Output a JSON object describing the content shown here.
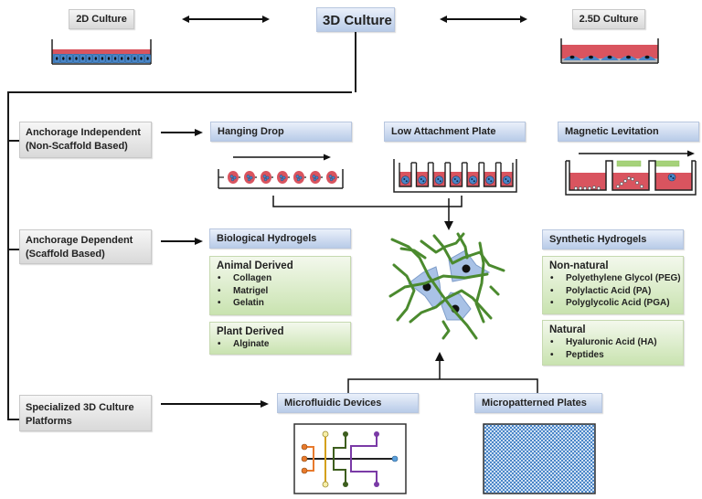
{
  "header": {
    "center_title": "3D Culture",
    "left_title": "2D Culture",
    "right_title": "2.5D Culture"
  },
  "categories": [
    {
      "label_line1": "Anchorage Independent",
      "label_line2": "(Non-Scaffold Based)"
    },
    {
      "label_line1": "Anchorage Dependent",
      "label_line2": "(Scaffold Based)"
    },
    {
      "label_line1": "Specialized 3D Culture",
      "label_line2": "Platforms"
    }
  ],
  "non_scaffold": {
    "methods": [
      "Hanging Drop",
      "Low Attachment Plate",
      "Magnetic Levitation"
    ]
  },
  "scaffold": {
    "biological": {
      "title": "Biological Hydrogels",
      "groups": [
        {
          "heading": "Animal Derived",
          "items": [
            "Collagen",
            "Matrigel",
            "Gelatin"
          ]
        },
        {
          "heading": "Plant Derived",
          "items": [
            "Alginate"
          ]
        }
      ]
    },
    "synthetic": {
      "title": "Synthetic Hydrogels",
      "groups": [
        {
          "heading": "Non-natural",
          "items": [
            "Polyethylene Glycol (PEG)",
            "Polylactic Acid (PA)",
            "Polyglycolic Acid (PGA)"
          ]
        },
        {
          "heading": "Natural",
          "items": [
            "Hyaluronic Acid (HA)",
            "Peptides"
          ]
        }
      ]
    }
  },
  "platforms": {
    "items": [
      "Microfluidic Devices",
      "Micropatterned Plates"
    ]
  },
  "colors": {
    "medium_red": "#d9545f",
    "cell_blue": "#4a86c8",
    "fiber_green": "#4b8a2e",
    "magnet_green": "#a6d27a",
    "chip_orange": "#e87a2c",
    "chip_yellow": "#d4a017",
    "chip_darkgreen": "#3d5e1e",
    "chip_purple": "#7a3aa6",
    "chip_blue": "#5aa0dc"
  }
}
